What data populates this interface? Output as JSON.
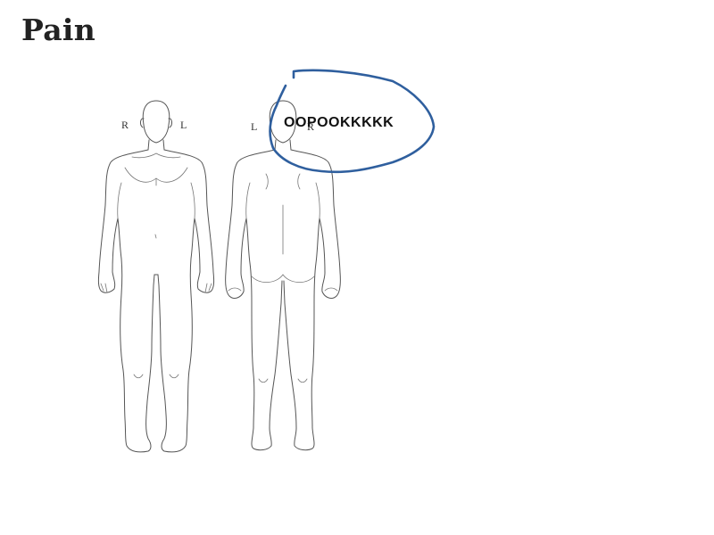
{
  "page": {
    "title": "Pain"
  },
  "front_figure": {
    "label_right": "R",
    "label_left": "L"
  },
  "back_figure": {
    "label_left": "L",
    "label_right": "R"
  },
  "annotation": {
    "text": "OOPOOKKKKK",
    "stroke_color": "#2f5f9e"
  }
}
